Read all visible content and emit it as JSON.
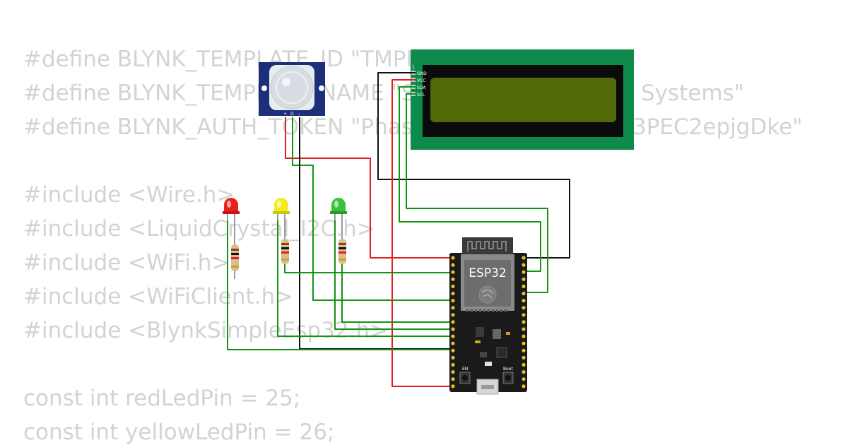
{
  "code_lines": [
    "#define BLYNK_TEMPLATE_ID \"TMPL",
    "#define BLYNK_TEMPLATE_NAME \"S",
    "#define BLYNK_AUTH_TOKEN \"Phash",
    "",
    "#include <Wire.h>",
    "#include <LiquidCrystal_I2C.h>",
    "#include <WiFi.h>",
    "#include <WiFiClient.h>",
    "#include <BlynkSimpleEsp32.h>",
    "",
    "const int redLedPin = 25;",
    "const int yellowLedPin = 26;"
  ],
  "code_fragments": {
    "line2_tail": "Systems\"",
    "line3_tail": "3PEC2epjgDke\""
  },
  "lcd": {
    "pins": [
      "GND",
      "VCC",
      "SDA",
      "SCL"
    ],
    "pin_marker": "1"
  },
  "pir": {
    "pin_labels": [
      "+",
      "D",
      "−"
    ]
  },
  "esp32": {
    "label": "ESP32",
    "small_labels": [
      "EN",
      "Boot"
    ]
  },
  "leds": [
    {
      "name": "red",
      "color": "#e8211f"
    },
    {
      "name": "yellow",
      "color": "#f1ec22"
    },
    {
      "name": "green",
      "color": "#3bc23b"
    }
  ],
  "wire_colors": {
    "power": "#e02020",
    "ground": "#111111",
    "signal": "#119611"
  }
}
